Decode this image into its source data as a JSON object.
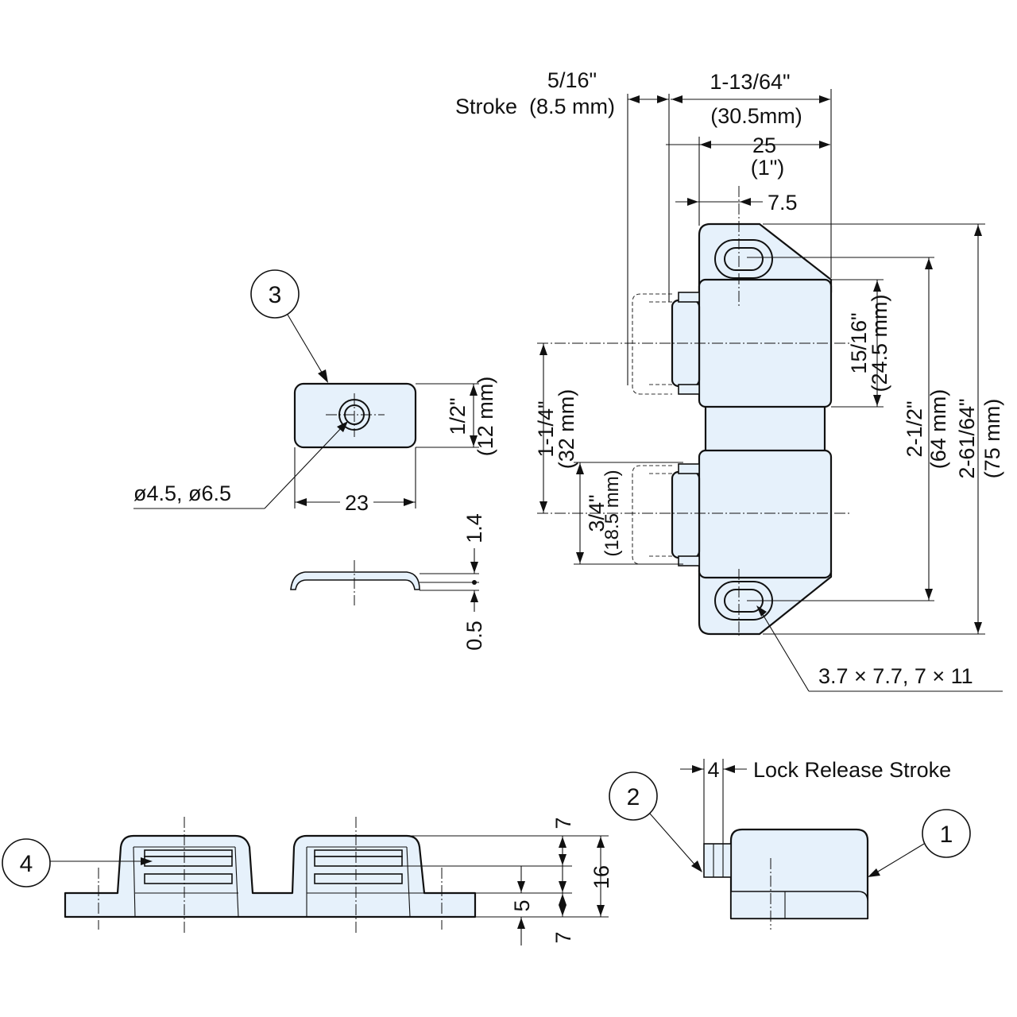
{
  "callouts": {
    "c1": "1",
    "c2": "2",
    "c3": "3",
    "c4": "4"
  },
  "labels": {
    "stroke_frac": "5/16\"",
    "stroke_word": "Stroke",
    "stroke_mm": "(8.5 mm)",
    "width_frac": "1-13/64\"",
    "width_mm": "(30.5mm)",
    "body_mm": "25",
    "body_in": "(1\")",
    "hole_offset": "7.5",
    "pin_in": "15/16\"",
    "pin_mm": "(24.5 mm)",
    "hole_pitch_in": "2-1/2\"",
    "hole_pitch_mm": "(64 mm)",
    "overall_in": "2-61/64\"",
    "overall_mm": "(75 mm)",
    "pin_spacing_in": "1-1/4\"",
    "pin_spacing_mm": "(32 mm)",
    "pin_len_in": "3/4\"",
    "pin_len_mm": "(18.5 mm)",
    "slot_sizes": "3.7 × 7.7, 7 × 11",
    "plate_height_in": "1/2\"",
    "plate_height_mm": "(12 mm)",
    "plate_holes": "ø4.5, ø6.5",
    "plate_width": "23",
    "plate_thick_1": "1.4",
    "plate_thick_2": "0.5",
    "lock_release_value": "4",
    "lock_release_text": "Lock Release Stroke",
    "dim_7_top": "7",
    "dim_16": "16",
    "dim_5": "5",
    "dim_7_bottom": "7"
  }
}
